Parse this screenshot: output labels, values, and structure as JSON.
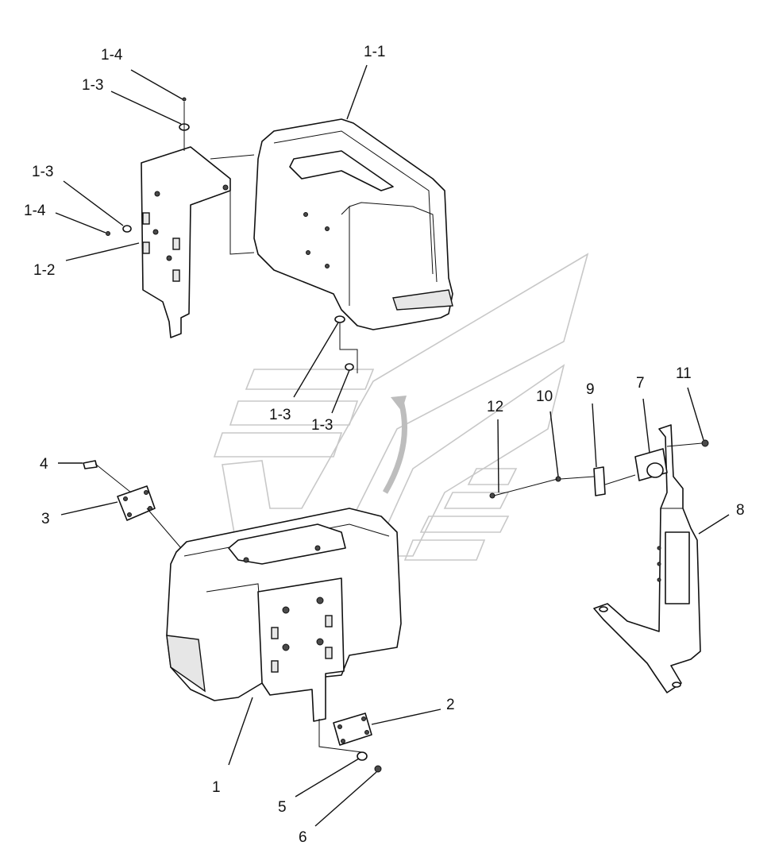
{
  "diagram": {
    "callouts": [
      {
        "id": "c-1-4-top",
        "text": "1-4"
      },
      {
        "id": "c-1-3-top",
        "text": "1-3"
      },
      {
        "id": "c-1-1",
        "text": "1-1"
      },
      {
        "id": "c-1-3-left",
        "text": "1-3"
      },
      {
        "id": "c-1-4-left",
        "text": "1-4"
      },
      {
        "id": "c-1-2",
        "text": "1-2"
      },
      {
        "id": "c-1-3-mid-a",
        "text": "1-3"
      },
      {
        "id": "c-1-3-mid-b",
        "text": "1-3"
      },
      {
        "id": "c-4",
        "text": "4"
      },
      {
        "id": "c-3",
        "text": "3"
      },
      {
        "id": "c-12",
        "text": "12"
      },
      {
        "id": "c-10",
        "text": "10"
      },
      {
        "id": "c-9",
        "text": "9"
      },
      {
        "id": "c-7",
        "text": "7"
      },
      {
        "id": "c-11",
        "text": "11"
      },
      {
        "id": "c-8",
        "text": "8"
      },
      {
        "id": "c-2",
        "text": "2"
      },
      {
        "id": "c-1",
        "text": "1"
      },
      {
        "id": "c-5",
        "text": "5"
      },
      {
        "id": "c-6",
        "text": "6"
      }
    ]
  }
}
